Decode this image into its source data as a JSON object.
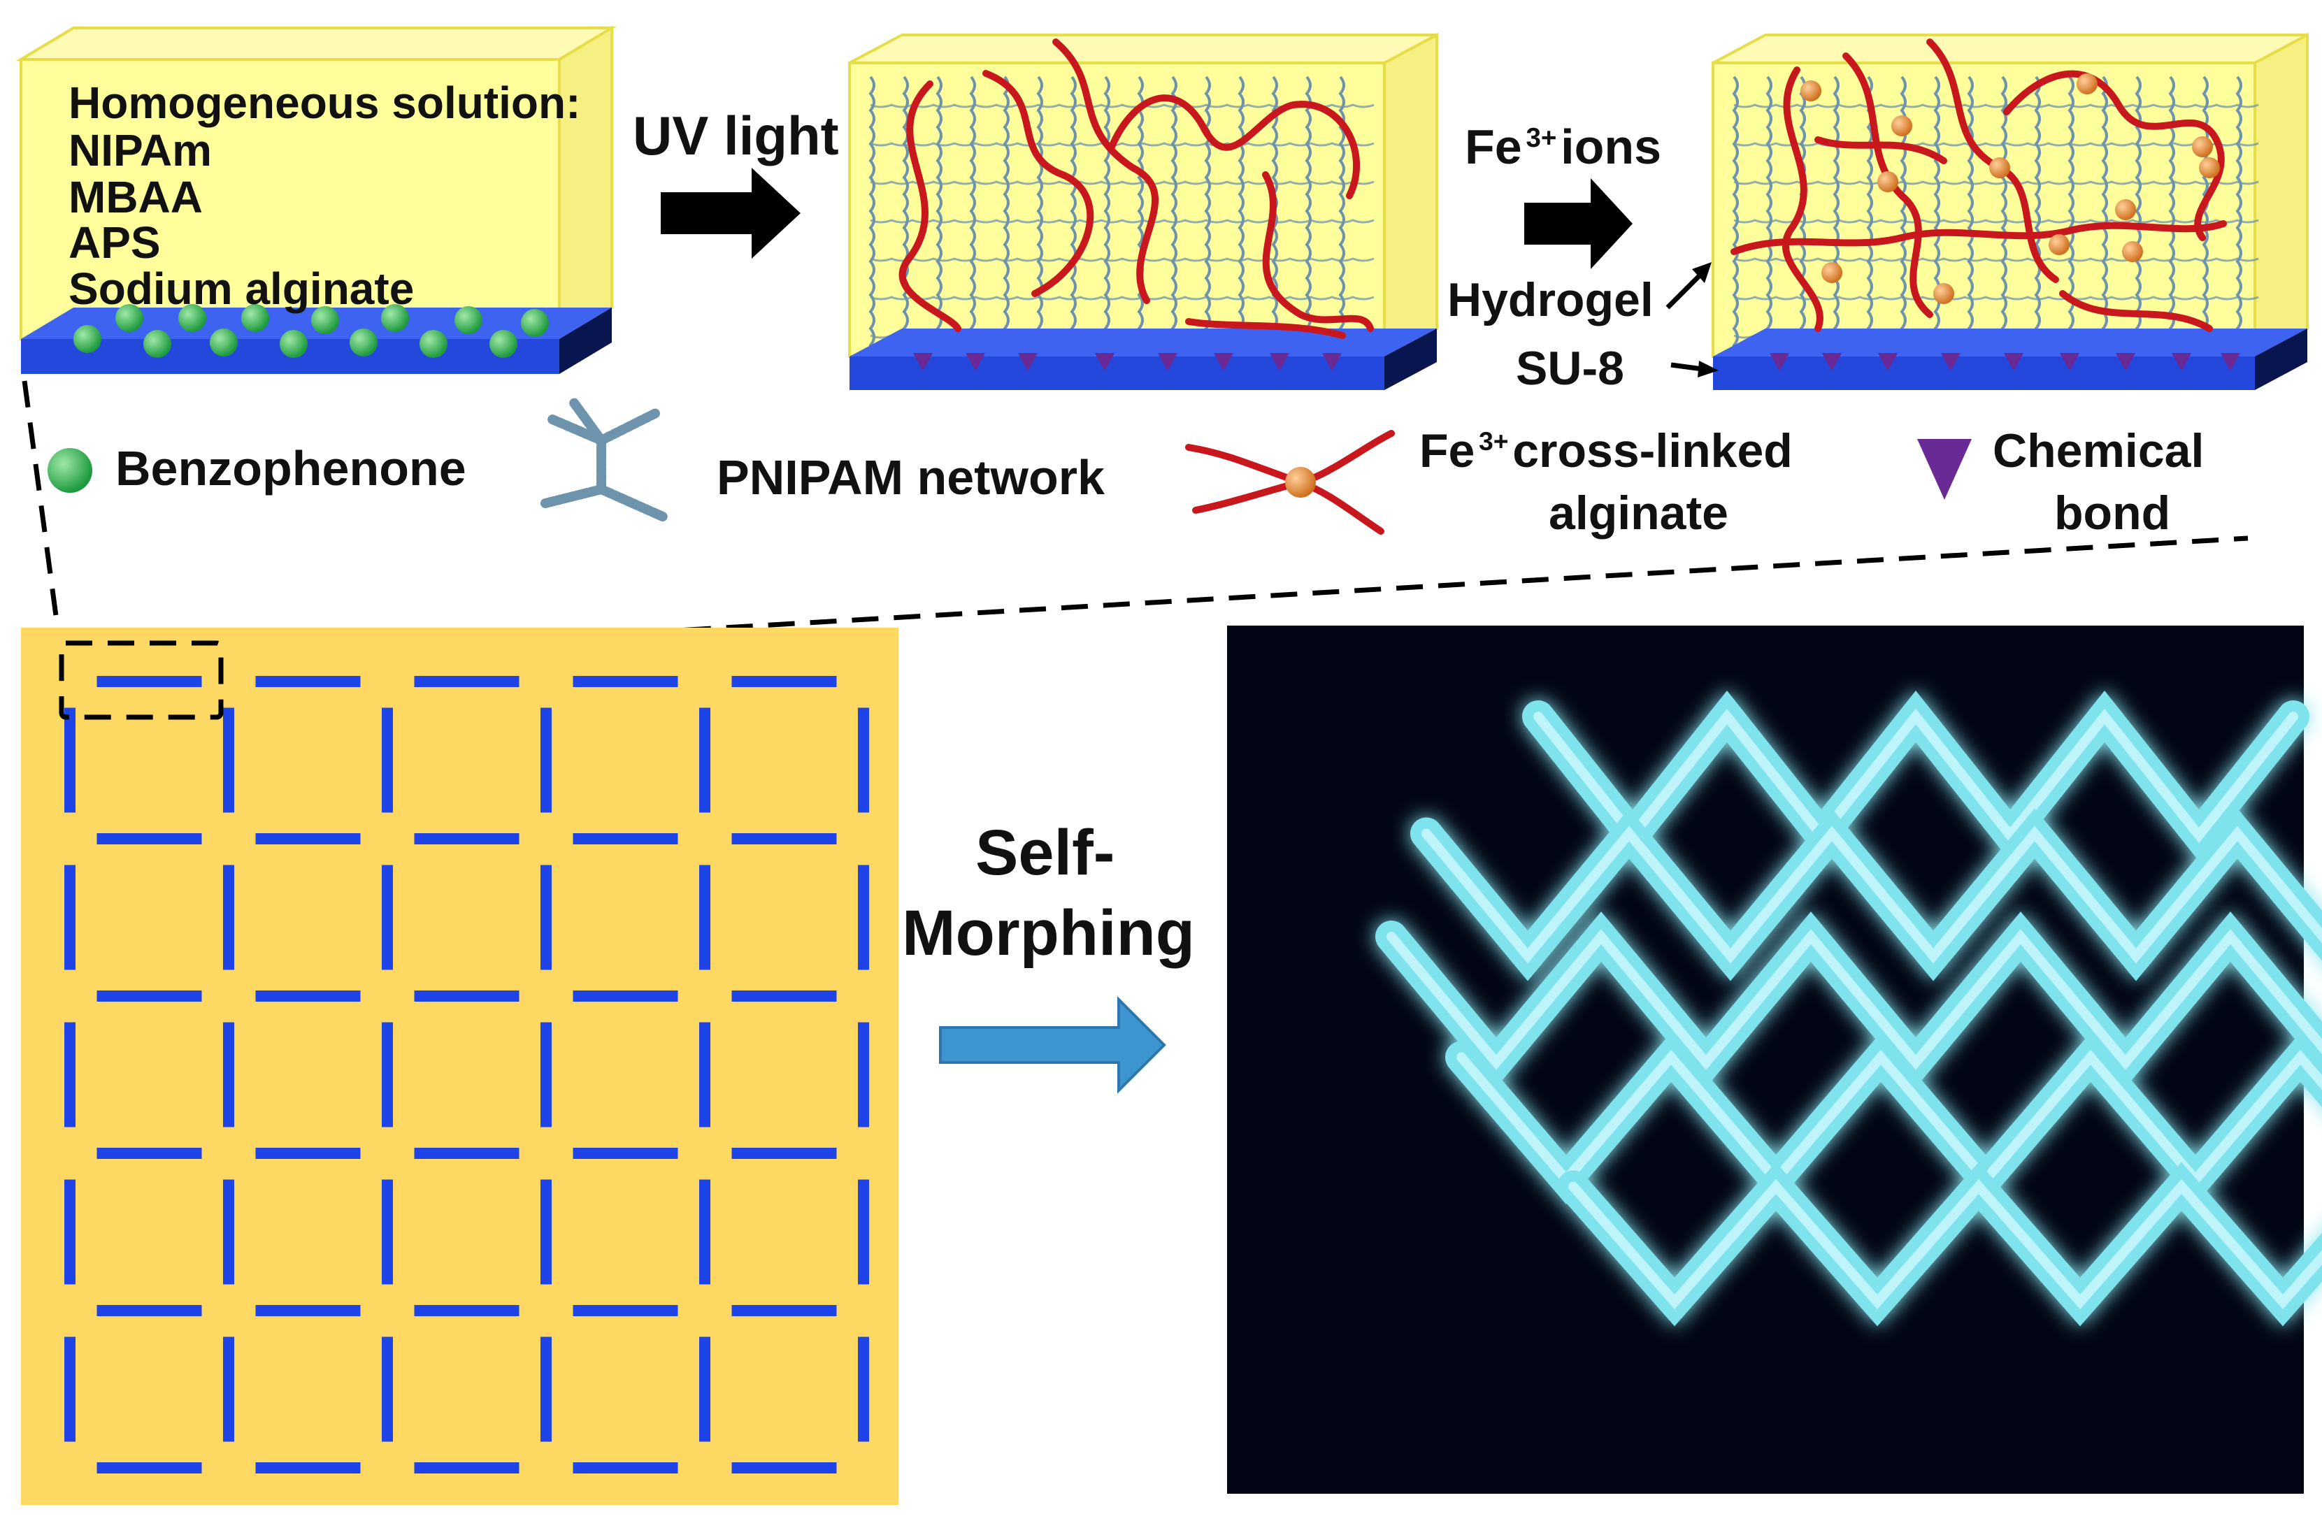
{
  "colors": {
    "box_fill": "#ffff99",
    "box_edge": "#e8e04a",
    "substrate": "#2a4fe0",
    "substrate_dark": "#0a1a70",
    "benzophenone": "#1e9a3e",
    "pnipam": "#6d93ad",
    "alginate": "#c8181e",
    "fe_bead": "#e08a35",
    "bond": "#6a2a95",
    "sheet": "#fdd964",
    "hinge": "#1e44e8",
    "photo_bg": "#020614",
    "gel_glow": "#8ef2f7",
    "morph_arrow": "#3d95cf"
  },
  "icons": [
    "black-arrow-icon",
    "blue-arrow-icon",
    "benzophenone-icon",
    "pnipam-network-icon",
    "alginate-icon",
    "chemical-bond-icon"
  ],
  "step1": {
    "title": "Homogeneous solution:",
    "components": [
      "NIPAm",
      "MBAA",
      "APS",
      "Sodium alginate"
    ]
  },
  "arrows": {
    "uv_label": "UV light",
    "fe_label_prefix": "Fe",
    "fe_label_sup": "3+",
    "fe_label_suffix": "ions"
  },
  "callouts": {
    "hydrogel": "Hydrogel",
    "su8": "SU-8"
  },
  "legend": {
    "benzophenone": "Benzophenone",
    "pnipam": "PNIPAM network",
    "alginate_line1_prefix": "Fe",
    "alginate_line1_sup": "3+",
    "alginate_line1_suffix": "cross-linked",
    "alginate_line2": "alginate",
    "bond_line1": "Chemical",
    "bond_line2": "bond"
  },
  "bottom": {
    "morph_line1": "Self-",
    "morph_line2": "Morphing"
  }
}
